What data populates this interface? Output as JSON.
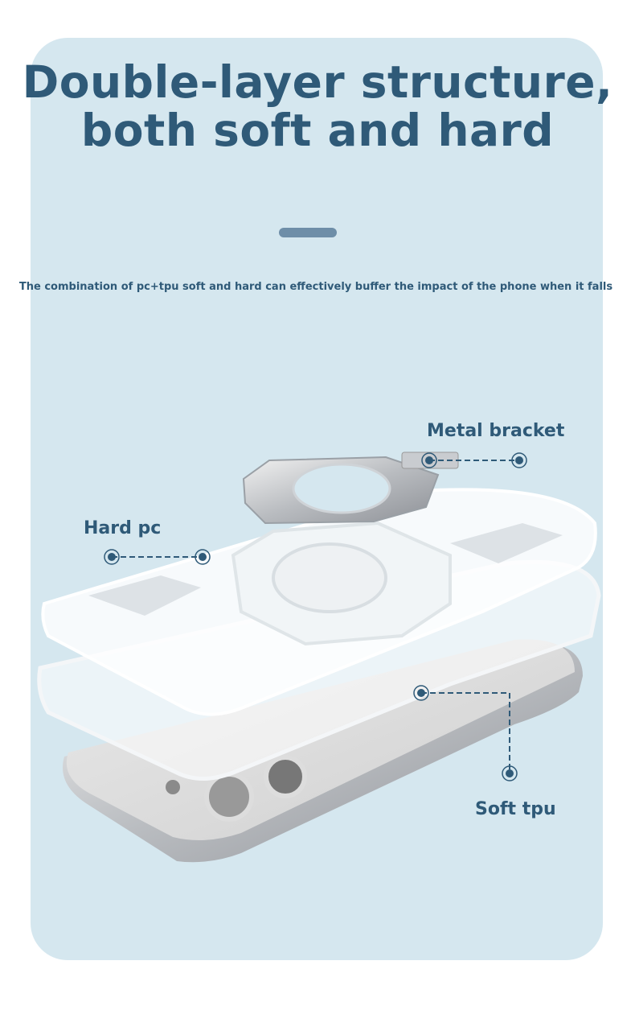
{
  "heading": {
    "line1": "Double-layer structure,",
    "line2": "both soft and hard"
  },
  "subtitle": "The combination of pc+tpu soft and hard can effectively buffer the impact of the phone when it falls",
  "callouts": {
    "metal_bracket": "Metal bracket",
    "hard_pc": "Hard pc",
    "soft_tpu": "Soft tpu"
  },
  "colors": {
    "background": "#d5e7ef",
    "accent": "#2f5a78",
    "divider": "#6e8ea8"
  }
}
